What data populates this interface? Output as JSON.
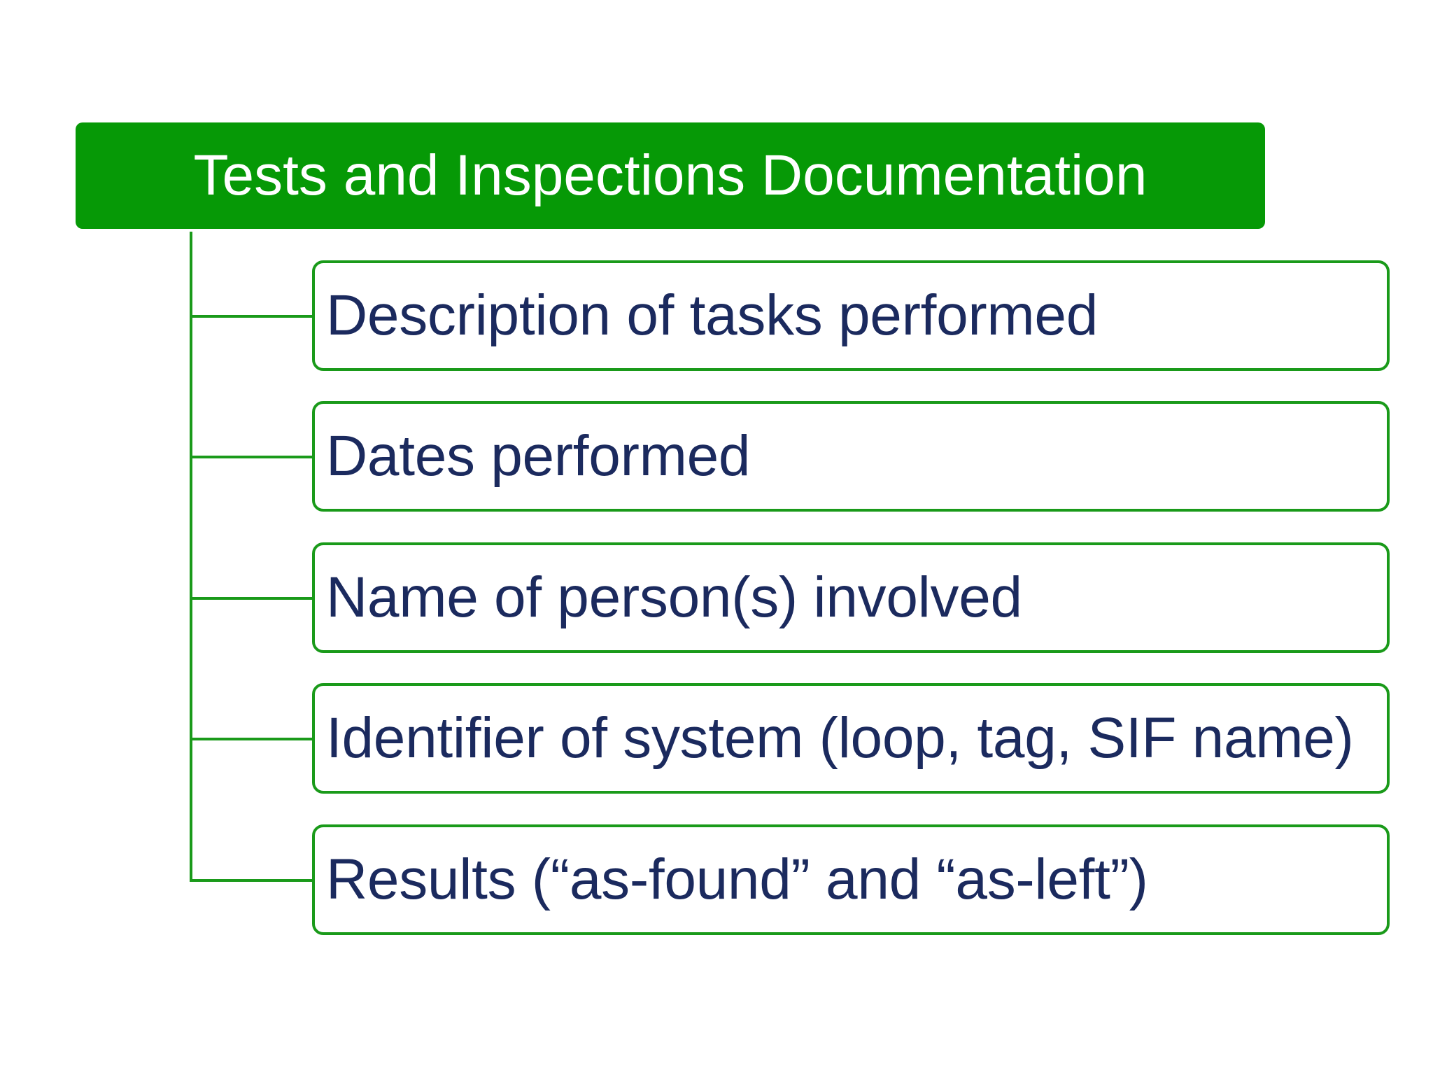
{
  "header": {
    "title": "Tests and Inspections Documentation"
  },
  "items": [
    {
      "label": "Description of tasks performed"
    },
    {
      "label": "Dates performed"
    },
    {
      "label": "Name of person(s) involved"
    },
    {
      "label": "Identifier of system (loop, tag, SIF name)"
    },
    {
      "label": "Results (“as-found” and “as-left”)"
    }
  ],
  "colors": {
    "green_fill": "#069906",
    "green_line": "#1a9a1a",
    "text_navy": "#1b2a5e",
    "header_text": "#ffffff"
  }
}
